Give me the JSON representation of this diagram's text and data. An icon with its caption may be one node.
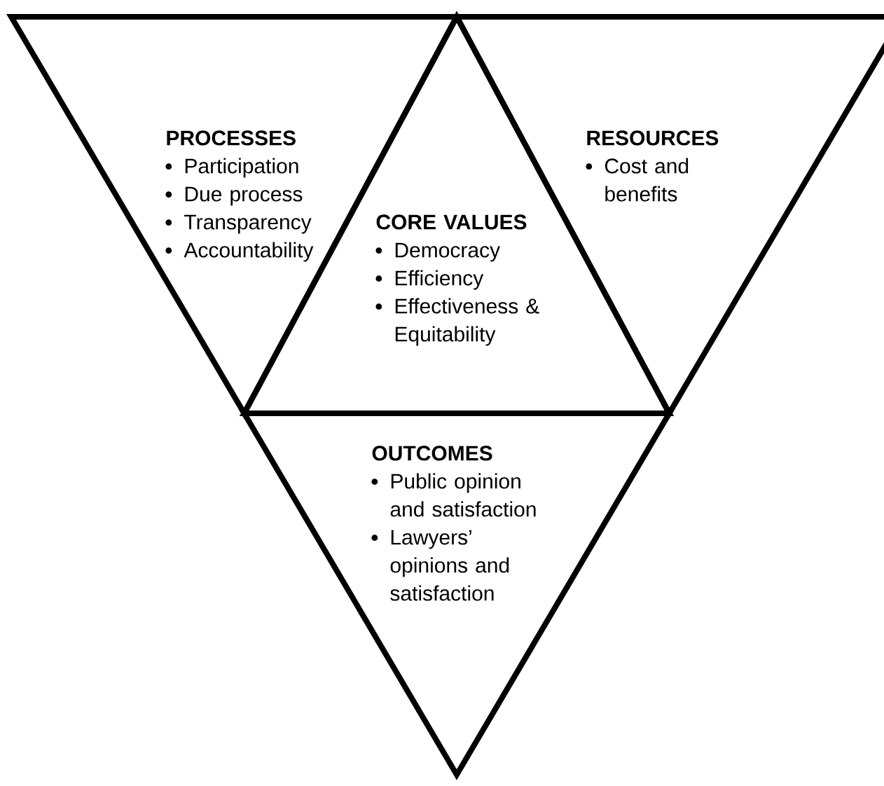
{
  "diagram": {
    "nodes": [
      {
        "text": [
          "PROCESSES",
          "Participation",
          "Due process",
          "Transparency",
          "Accountability"
        ]
      },
      {
        "text": [
          "RESOURCES",
          "Cost and benefits"
        ]
      },
      {
        "text": [
          "CORE VALUES",
          "Democracy",
          "Efficiency",
          "Effectiveness & Equitability"
        ]
      },
      {
        "text": [
          "OUTCOMES",
          "Public opinion and satisfaction",
          "Lawyers’ opinions and satisfaction"
        ]
      }
    ]
  }
}
